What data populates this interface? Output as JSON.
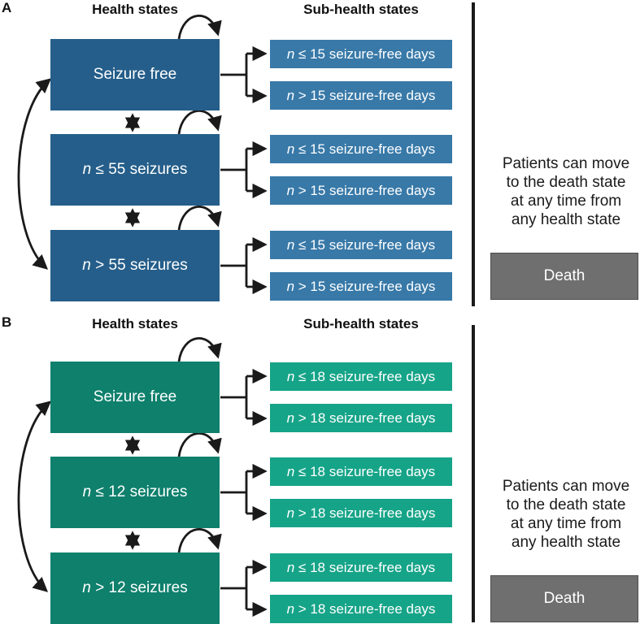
{
  "figure": {
    "death_color": "#6F6F6F",
    "line_color": "#1a1a1a",
    "panels": [
      {
        "label": "A",
        "health_header": "Health states",
        "sub_header": "Sub-health states",
        "accent_main": "#255E8A",
        "accent_sub": "#3879A8",
        "states": [
          {
            "var": "",
            "text": "Seizure free",
            "subs": [
              {
                "var": "n",
                "text": " ≤ 15 seizure-free days"
              },
              {
                "var": "n",
                "text": " > 15 seizure-free days"
              }
            ]
          },
          {
            "var": "n",
            "text": " ≤ 55 seizures",
            "subs": [
              {
                "var": "n",
                "text": " ≤ 15 seizure-free days"
              },
              {
                "var": "n",
                "text": " > 15 seizure-free days"
              }
            ]
          },
          {
            "var": "n",
            "text": " > 55 seizures",
            "subs": [
              {
                "var": "n",
                "text": " ≤ 15 seizure-free days"
              },
              {
                "var": "n",
                "text": " > 15 seizure-free days"
              }
            ]
          }
        ],
        "death_note": [
          "Patients can move",
          "to the death state",
          "at any time from",
          "any health state"
        ],
        "death_label": "Death"
      },
      {
        "label": "B",
        "health_header": "Health states",
        "sub_header": "Sub-health states",
        "accent_main": "#0E806C",
        "accent_sub": "#16A488",
        "states": [
          {
            "var": "",
            "text": "Seizure free",
            "subs": [
              {
                "var": "n",
                "text": " ≤ 18 seizure-free days"
              },
              {
                "var": "n",
                "text": " > 18 seizure-free days"
              }
            ]
          },
          {
            "var": "n",
            "text": " ≤ 12 seizures",
            "subs": [
              {
                "var": "n",
                "text": " ≤ 18 seizure-free days"
              },
              {
                "var": "n",
                "text": " > 18 seizure-free days"
              }
            ]
          },
          {
            "var": "n",
            "text": " > 12 seizures",
            "subs": [
              {
                "var": "n",
                "text": " ≤ 18 seizure-free days"
              },
              {
                "var": "n",
                "text": " > 18 seizure-free days"
              }
            ]
          }
        ],
        "death_note": [
          "Patients can move",
          "to the death state",
          "at any time from",
          "any health state"
        ],
        "death_label": "Death"
      }
    ]
  }
}
